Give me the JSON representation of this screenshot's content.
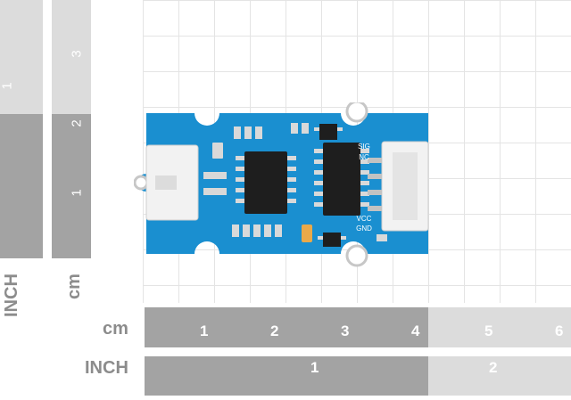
{
  "board": {
    "silkscreen": {
      "sig": "SIG",
      "nc": "NC",
      "vcc": "VCC",
      "gnd": "GND"
    },
    "colors": {
      "pcb": "#1a8fd0",
      "connector": "#f2f2f2",
      "chip": "#1e1e1e",
      "capacitor": "#e9a94a"
    }
  },
  "rulers": {
    "horizontal_cm": {
      "unit_label": "cm",
      "ticks": [
        "1",
        "2",
        "3",
        "4",
        "5",
        "6"
      ]
    },
    "horizontal_inch": {
      "unit_label": "INCH",
      "ticks": [
        "1",
        "2"
      ]
    },
    "vertical_cm": {
      "unit_label": "cm",
      "ticks": [
        "1",
        "2",
        "3"
      ]
    },
    "vertical_inch": {
      "unit_label": "INCH",
      "ticks": [
        "1"
      ]
    }
  }
}
